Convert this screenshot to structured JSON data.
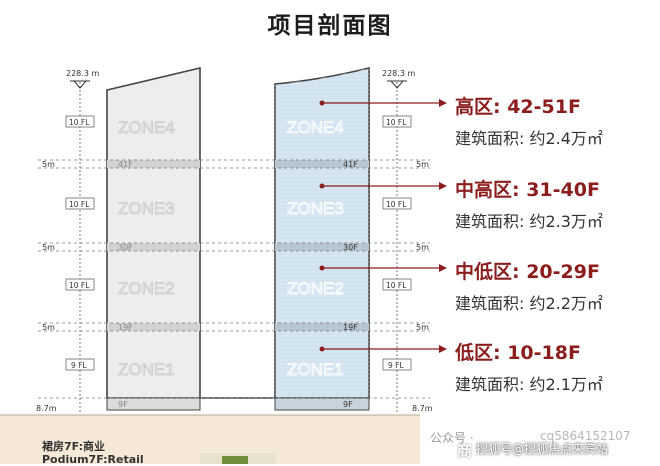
{
  "title": "项目剖面图",
  "height_marker": "228.3 m",
  "zone_labels": [
    "ZONE4",
    "ZONE3",
    "ZONE2",
    "ZONE1"
  ],
  "floor_markers": [
    "41F",
    "30F",
    "19F",
    "9F"
  ],
  "story_tags": [
    "10 FL",
    "10 FL",
    "10 FL",
    "9 FL"
  ],
  "gap_label": "5m",
  "base_height": "8.7m",
  "zones": [
    {
      "name": "高区: 42-51F",
      "area": "建筑面积: 约2.4万㎡"
    },
    {
      "name": "中高区: 31-40F",
      "area": "建筑面积: 约2.3万㎡"
    },
    {
      "name": "中低区: 20-29F",
      "area": "建筑面积: 约2.2万㎡"
    },
    {
      "name": "低区: 10-18F",
      "area": "建筑面积: 约2.1万㎡"
    }
  ],
  "podium": {
    "line1": "裙房7F:商业",
    "line2": "Podium7F:Retail"
  },
  "watermark": {
    "line1": "公众号 · ",
    "line1b": "cq5864152107",
    "line2": "搜狐号@搜狐焦点来宾站",
    "shang": "商"
  },
  "colors": {
    "accent": "#8c1d1d",
    "blue_tower": "#d5e6f3",
    "grey_tower": "#ededed",
    "podium": "#f6e8d7"
  }
}
